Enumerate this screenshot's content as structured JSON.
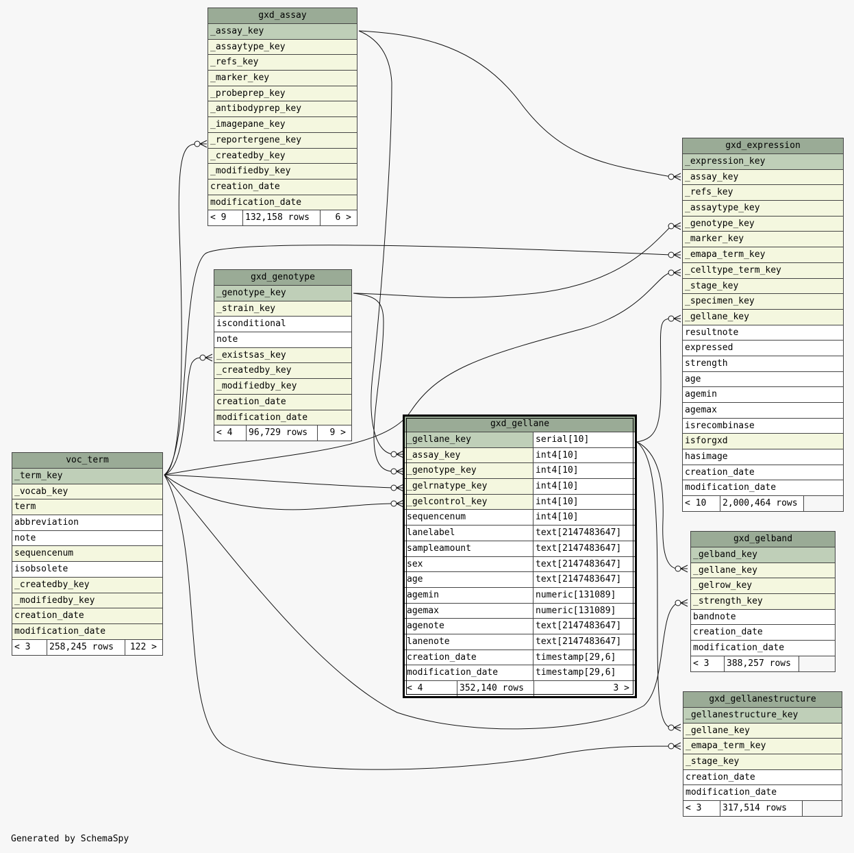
{
  "footer_text": "Generated by SchemaSpy",
  "colors": {
    "background": "#f7f7f7",
    "header": "#9aab96",
    "primary_key_row": "#bfcfb8",
    "foreign_key_row": "#f4f7df",
    "plain_row": "#ffffff"
  },
  "tables": {
    "gxd_assay": {
      "name": "gxd_assay",
      "columns": [
        {
          "name": "_assay_key",
          "kind": "pk"
        },
        {
          "name": "_assaytype_key",
          "kind": "fk"
        },
        {
          "name": "_refs_key",
          "kind": "fk"
        },
        {
          "name": "_marker_key",
          "kind": "fk"
        },
        {
          "name": "_probeprep_key",
          "kind": "fk"
        },
        {
          "name": "_antibodyprep_key",
          "kind": "fk"
        },
        {
          "name": "_imagepane_key",
          "kind": "fk"
        },
        {
          "name": "_reportergene_key",
          "kind": "fk"
        },
        {
          "name": "_createdby_key",
          "kind": "fk"
        },
        {
          "name": "_modifiedby_key",
          "kind": "fk"
        },
        {
          "name": "creation_date",
          "kind": "fk"
        },
        {
          "name": "modification_date",
          "kind": "fk"
        }
      ],
      "footer": {
        "left": "< 9",
        "rows": "132,158 rows",
        "right": "6 >"
      }
    },
    "gxd_genotype": {
      "name": "gxd_genotype",
      "columns": [
        {
          "name": "_genotype_key",
          "kind": "pk"
        },
        {
          "name": "_strain_key",
          "kind": "fk"
        },
        {
          "name": "isconditional",
          "kind": "pl"
        },
        {
          "name": "note",
          "kind": "pl"
        },
        {
          "name": "_existsas_key",
          "kind": "fk"
        },
        {
          "name": "_createdby_key",
          "kind": "fk"
        },
        {
          "name": "_modifiedby_key",
          "kind": "fk"
        },
        {
          "name": "creation_date",
          "kind": "fk"
        },
        {
          "name": "modification_date",
          "kind": "fk"
        }
      ],
      "footer": {
        "left": "< 4",
        "rows": "96,729 rows",
        "right": "9 >"
      }
    },
    "voc_term": {
      "name": "voc_term",
      "columns": [
        {
          "name": "_term_key",
          "kind": "pk"
        },
        {
          "name": "_vocab_key",
          "kind": "fk"
        },
        {
          "name": "term",
          "kind": "fk"
        },
        {
          "name": "abbreviation",
          "kind": "pl"
        },
        {
          "name": "note",
          "kind": "pl"
        },
        {
          "name": "sequencenum",
          "kind": "fk"
        },
        {
          "name": "isobsolete",
          "kind": "pl"
        },
        {
          "name": "_createdby_key",
          "kind": "fk"
        },
        {
          "name": "_modifiedby_key",
          "kind": "fk"
        },
        {
          "name": "creation_date",
          "kind": "fk"
        },
        {
          "name": "modification_date",
          "kind": "fk"
        }
      ],
      "footer": {
        "left": "< 3",
        "rows": "258,245 rows",
        "right": "122 >"
      }
    },
    "gxd_gellane": {
      "name": "gxd_gellane",
      "columns": [
        {
          "name": "_gellane_key",
          "type": "serial[10]",
          "kind": "pk"
        },
        {
          "name": "_assay_key",
          "type": "int4[10]",
          "kind": "fk"
        },
        {
          "name": "_genotype_key",
          "type": "int4[10]",
          "kind": "fk"
        },
        {
          "name": "_gelrnatype_key",
          "type": "int4[10]",
          "kind": "fk"
        },
        {
          "name": "_gelcontrol_key",
          "type": "int4[10]",
          "kind": "fk"
        },
        {
          "name": "sequencenum",
          "type": "int4[10]",
          "kind": "pl"
        },
        {
          "name": "lanelabel",
          "type": "text[2147483647]",
          "kind": "pl"
        },
        {
          "name": "sampleamount",
          "type": "text[2147483647]",
          "kind": "pl"
        },
        {
          "name": "sex",
          "type": "text[2147483647]",
          "kind": "pl"
        },
        {
          "name": "age",
          "type": "text[2147483647]",
          "kind": "pl"
        },
        {
          "name": "agemin",
          "type": "numeric[131089]",
          "kind": "pl"
        },
        {
          "name": "agemax",
          "type": "numeric[131089]",
          "kind": "pl"
        },
        {
          "name": "agenote",
          "type": "text[2147483647]",
          "kind": "pl"
        },
        {
          "name": "lanenote",
          "type": "text[2147483647]",
          "kind": "pl"
        },
        {
          "name": "creation_date",
          "type": "timestamp[29,6]",
          "kind": "pl"
        },
        {
          "name": "modification_date",
          "type": "timestamp[29,6]",
          "kind": "pl"
        }
      ],
      "footer": {
        "left": "< 4",
        "rows": "352,140 rows",
        "right": "3 >"
      }
    },
    "gxd_expression": {
      "name": "gxd_expression",
      "columns": [
        {
          "name": "_expression_key",
          "kind": "pk"
        },
        {
          "name": "_assay_key",
          "kind": "fk"
        },
        {
          "name": "_refs_key",
          "kind": "fk"
        },
        {
          "name": "_assaytype_key",
          "kind": "fk"
        },
        {
          "name": "_genotype_key",
          "kind": "fk"
        },
        {
          "name": "_marker_key",
          "kind": "fk"
        },
        {
          "name": "_emapa_term_key",
          "kind": "fk"
        },
        {
          "name": "_celltype_term_key",
          "kind": "fk"
        },
        {
          "name": "_stage_key",
          "kind": "fk"
        },
        {
          "name": "_specimen_key",
          "kind": "fk"
        },
        {
          "name": "_gellane_key",
          "kind": "fk"
        },
        {
          "name": "resultnote",
          "kind": "pl"
        },
        {
          "name": "expressed",
          "kind": "pl"
        },
        {
          "name": "strength",
          "kind": "pl"
        },
        {
          "name": "age",
          "kind": "pl"
        },
        {
          "name": "agemin",
          "kind": "pl"
        },
        {
          "name": "agemax",
          "kind": "pl"
        },
        {
          "name": "isrecombinase",
          "kind": "pl"
        },
        {
          "name": "isforgxd",
          "kind": "fk"
        },
        {
          "name": "hasimage",
          "kind": "pl"
        },
        {
          "name": "creation_date",
          "kind": "pl"
        },
        {
          "name": "modification_date",
          "kind": "pl"
        }
      ],
      "footer": {
        "left": "< 10",
        "rows": "2,000,464 rows",
        "right": ""
      }
    },
    "gxd_gelband": {
      "name": "gxd_gelband",
      "columns": [
        {
          "name": "_gelband_key",
          "kind": "pk"
        },
        {
          "name": "_gellane_key",
          "kind": "fk"
        },
        {
          "name": "_gelrow_key",
          "kind": "fk"
        },
        {
          "name": "_strength_key",
          "kind": "fk"
        },
        {
          "name": "bandnote",
          "kind": "pl"
        },
        {
          "name": "creation_date",
          "kind": "pl"
        },
        {
          "name": "modification_date",
          "kind": "pl"
        }
      ],
      "footer": {
        "left": "< 3",
        "rows": "388,257 rows",
        "right": ""
      }
    },
    "gxd_gellanestructure": {
      "name": "gxd_gellanestructure",
      "columns": [
        {
          "name": "_gellanestructure_key",
          "kind": "pk"
        },
        {
          "name": "_gellane_key",
          "kind": "fk"
        },
        {
          "name": "_emapa_term_key",
          "kind": "fk"
        },
        {
          "name": "_stage_key",
          "kind": "fk"
        },
        {
          "name": "creation_date",
          "kind": "pl"
        },
        {
          "name": "modification_date",
          "kind": "pl"
        }
      ],
      "footer": {
        "left": "< 3",
        "rows": "317,514 rows",
        "right": ""
      }
    }
  }
}
